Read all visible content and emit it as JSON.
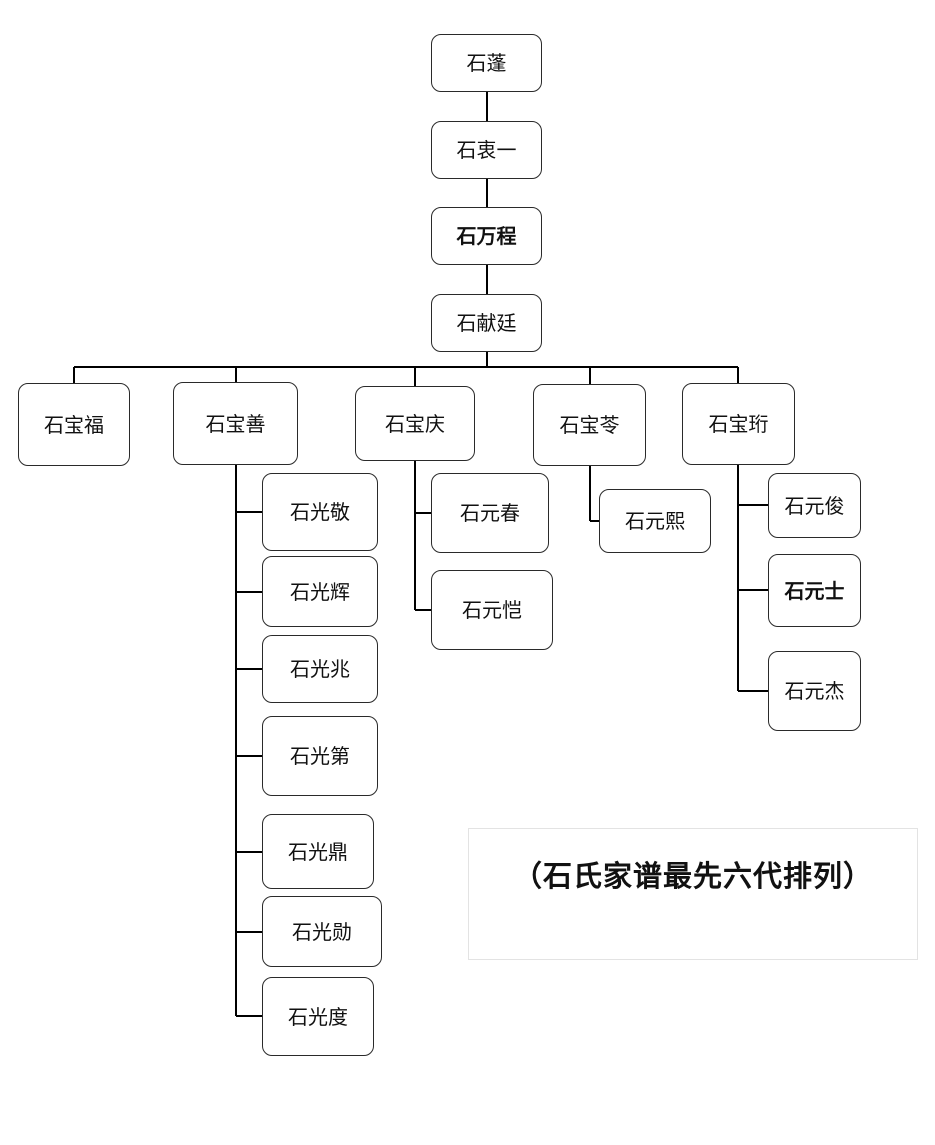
{
  "tree": {
    "gen1": {
      "name": "石蓬"
    },
    "gen2": {
      "name": "石衷一"
    },
    "gen3": {
      "name": "石万程"
    },
    "gen4": {
      "name": "石献廷"
    },
    "gen5": [
      {
        "name": "石宝福"
      },
      {
        "name": "石宝善"
      },
      {
        "name": "石宝庆"
      },
      {
        "name": "石宝苓"
      },
      {
        "name": "石宝珩"
      }
    ],
    "gen6": {
      "shibaoshan": [
        {
          "name": "石光敬"
        },
        {
          "name": "石光辉"
        },
        {
          "name": "石光兆"
        },
        {
          "name": "石光第"
        },
        {
          "name": "石光鼎"
        },
        {
          "name": "石光勋"
        },
        {
          "name": "石光度"
        }
      ],
      "shibaoqing": [
        {
          "name": "石元春"
        },
        {
          "name": "石元恺"
        }
      ],
      "shibaoling": [
        {
          "name": "石元熙"
        }
      ],
      "shibaoheng": [
        {
          "name": "石元俊"
        },
        {
          "name": "石元士"
        },
        {
          "name": "石元杰"
        }
      ]
    }
  },
  "caption": {
    "text": "（石氏家谱最先六代排列）"
  },
  "colors": {
    "line": "#000000",
    "border": "#2a2a2a",
    "caption_border": "#e3e3e3"
  }
}
